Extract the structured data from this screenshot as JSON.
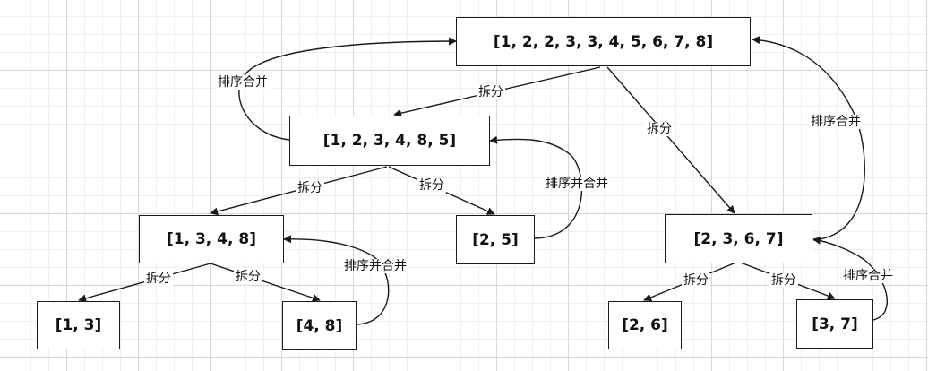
{
  "nodes": {
    "root": "[1, 2, 2, 3, 3, 4, 5, 6, 7, 8]",
    "left": "[1, 2, 3, 4, 8, 5]",
    "right": "[2, 3, 6, 7]",
    "left_left": "[1, 3, 4, 8]",
    "left_right": "[2, 5]",
    "leaf_1_3": "[1, 3]",
    "leaf_4_8": "[4, 8]",
    "leaf_2_6": "[2, 6]",
    "leaf_3_7": "[3, 7]"
  },
  "edge_labels": {
    "split": "拆分",
    "sort_merge": "排序合并",
    "sort_merge_alt": "排序并合并"
  }
}
